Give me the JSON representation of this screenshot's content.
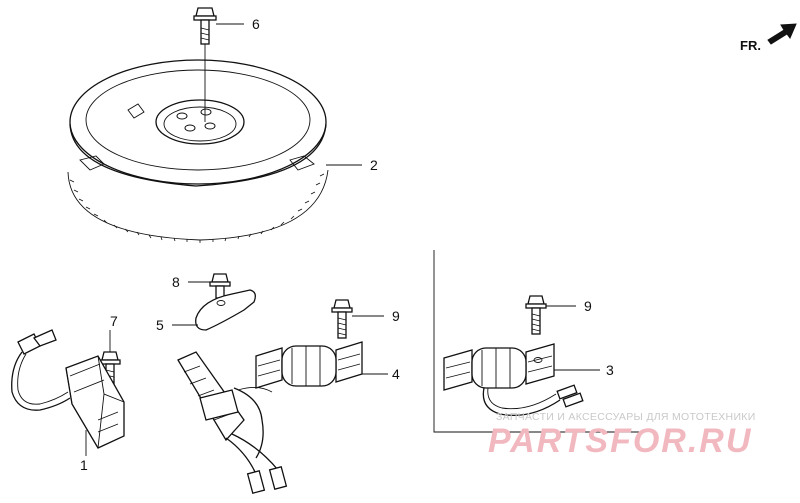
{
  "direction_indicator": {
    "label": "FR."
  },
  "callouts": [
    {
      "id": "1",
      "label": "1"
    },
    {
      "id": "2",
      "label": "2"
    },
    {
      "id": "3",
      "label": "3"
    },
    {
      "id": "4",
      "label": "4"
    },
    {
      "id": "5",
      "label": "5"
    },
    {
      "id": "6",
      "label": "6"
    },
    {
      "id": "7",
      "label": "7"
    },
    {
      "id": "8",
      "label": "8"
    },
    {
      "id": "9a",
      "label": "9"
    },
    {
      "id": "9b",
      "label": "9"
    }
  ],
  "watermark": {
    "tagline": "ЗАПЧАСТИ И АКСЕССУАРЫ ДЛЯ МОТОТЕХНИКИ",
    "brand": "PARTSFOR.RU",
    "color": "#f2b8bf"
  }
}
